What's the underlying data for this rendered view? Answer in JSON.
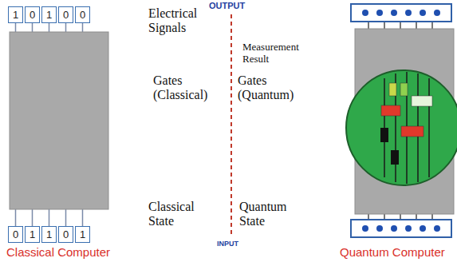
{
  "diagram": {
    "nodes": [
      {
        "text": [
          "1"
        ]
      },
      {
        "text": [
          "0"
        ]
      },
      {
        "text": [
          "1"
        ]
      },
      {
        "text": [
          "0"
        ]
      },
      {
        "text": [
          "0"
        ]
      },
      {
        "text": [
          "0"
        ]
      },
      {
        "text": [
          "1"
        ]
      },
      {
        "text": [
          "1"
        ]
      },
      {
        "text": [
          "0"
        ]
      },
      {
        "text": [
          "1"
        ]
      }
    ],
    "labels": [
      "OUTPUT",
      "Electrical Signals",
      "Measurement Result",
      "Gates (Classical)",
      "Gates (Quantum)",
      "Classical State",
      "Quantum State",
      "INPUT",
      "Classical Computer",
      "Quantum Computer"
    ]
  }
}
